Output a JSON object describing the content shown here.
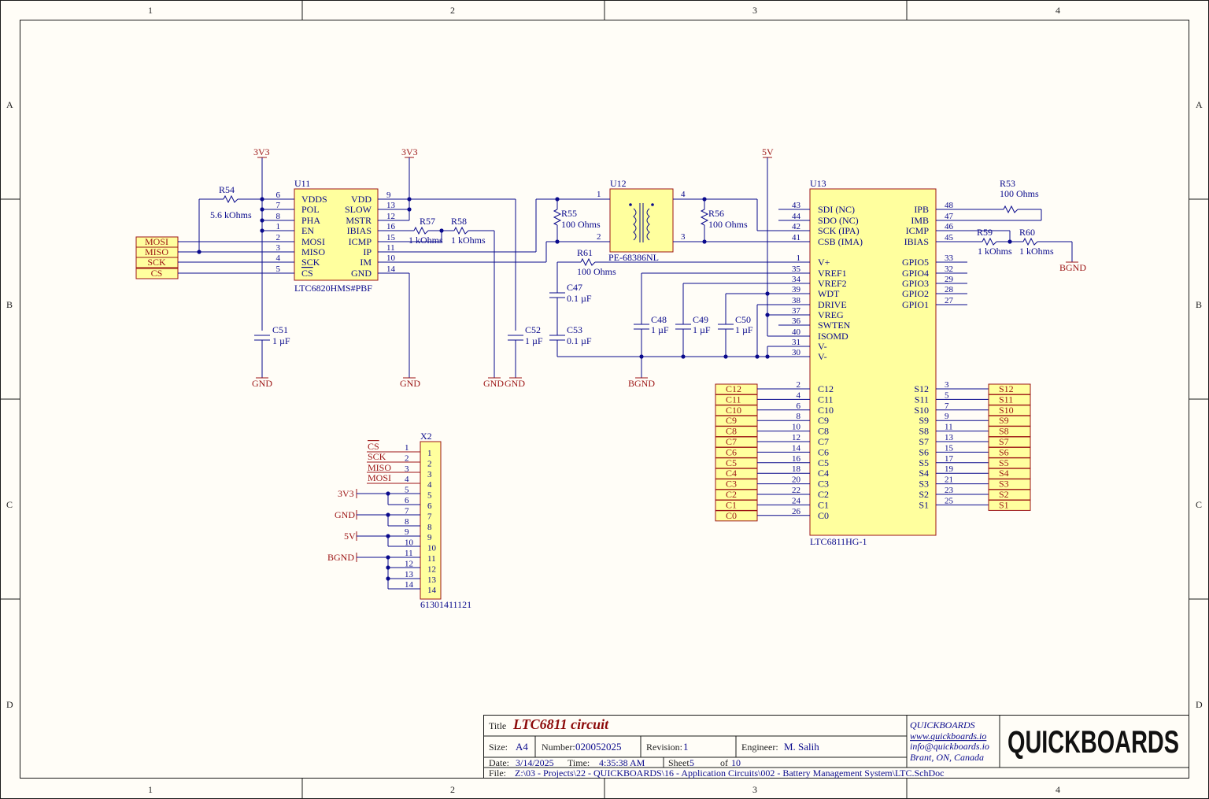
{
  "zones": {
    "cols": [
      "1",
      "2",
      "3",
      "4"
    ],
    "rows": [
      "A",
      "B",
      "C",
      "D"
    ]
  },
  "power": {
    "v3v3": "3V3",
    "gnd": "GND",
    "v5": "5V",
    "bgnd": "BGND"
  },
  "u11": {
    "ref": "U11",
    "part": "LTC6820HMS#PBF",
    "left": [
      [
        "6",
        "VDDS"
      ],
      [
        "7",
        "POL"
      ],
      [
        "8",
        "PHA"
      ],
      [
        "1",
        "EN"
      ],
      [
        "2",
        "MOSI"
      ],
      [
        "3",
        "MISO"
      ],
      [
        "4",
        "SCK"
      ],
      [
        "5",
        "CS"
      ]
    ],
    "right": [
      [
        "9",
        "VDD"
      ],
      [
        "13",
        "SLOW"
      ],
      [
        "12",
        "MSTR"
      ],
      [
        "16",
        "IBIAS"
      ],
      [
        "15",
        "ICMP"
      ],
      [
        "11",
        "IP"
      ],
      [
        "10",
        "IM"
      ],
      [
        "14",
        "GND"
      ]
    ]
  },
  "u12": {
    "ref": "U12",
    "part": "PE-68386NL",
    "pins": [
      "1",
      "2",
      "4",
      "3"
    ]
  },
  "u13": {
    "ref": "U13",
    "part": "LTC6811HG-1",
    "left_top": [
      [
        "43",
        "SDI (NC)"
      ],
      [
        "44",
        "SDO (NC)"
      ],
      [
        "42",
        "SCK (IPA)"
      ],
      [
        "41",
        "CSB (IMA)"
      ]
    ],
    "left_mid": [
      [
        "1",
        "V+"
      ],
      [
        "35",
        "VREF1"
      ],
      [
        "34",
        "VREF2"
      ],
      [
        "39",
        "WDT"
      ],
      [
        "38",
        "DRIVE"
      ],
      [
        "37",
        "VREG"
      ],
      [
        "36",
        "SWTEN"
      ],
      [
        "40",
        "ISOMD"
      ],
      [
        "31",
        "V-"
      ],
      [
        "30",
        "V-"
      ]
    ],
    "left_cells": [
      [
        "2",
        "C12"
      ],
      [
        "4",
        "C11"
      ],
      [
        "6",
        "C10"
      ],
      [
        "8",
        "C9"
      ],
      [
        "10",
        "C8"
      ],
      [
        "12",
        "C7"
      ],
      [
        "14",
        "C6"
      ],
      [
        "16",
        "C5"
      ],
      [
        "18",
        "C4"
      ],
      [
        "20",
        "C3"
      ],
      [
        "22",
        "C2"
      ],
      [
        "24",
        "C1"
      ],
      [
        "26",
        "C0"
      ]
    ],
    "right_top": [
      [
        "48",
        "IPB"
      ],
      [
        "47",
        "IMB"
      ],
      [
        "46",
        "ICMP"
      ],
      [
        "45",
        "IBIAS"
      ]
    ],
    "right_gpio": [
      [
        "33",
        "GPIO5"
      ],
      [
        "32",
        "GPIO4"
      ],
      [
        "29",
        "GPIO3"
      ],
      [
        "28",
        "GPIO2"
      ],
      [
        "27",
        "GPIO1"
      ]
    ],
    "right_s": [
      [
        "3",
        "S12"
      ],
      [
        "5",
        "S11"
      ],
      [
        "7",
        "S10"
      ],
      [
        "9",
        "S9"
      ],
      [
        "11",
        "S8"
      ],
      [
        "13",
        "S7"
      ],
      [
        "15",
        "S6"
      ],
      [
        "17",
        "S5"
      ],
      [
        "19",
        "S4"
      ],
      [
        "21",
        "S3"
      ],
      [
        "23",
        "S2"
      ],
      [
        "25",
        "S1"
      ]
    ]
  },
  "x2": {
    "ref": "X2",
    "part": "61301411121",
    "pins": [
      "1",
      "2",
      "3",
      "4",
      "5",
      "6",
      "7",
      "8",
      "9",
      "10",
      "11",
      "12",
      "13",
      "14"
    ],
    "nets": [
      "CS",
      "SCK",
      "MISO",
      "MOSI"
    ]
  },
  "spi_ports": [
    "MOSI",
    "MISO",
    "SCK",
    "CS"
  ],
  "cell_ports": [
    "C12",
    "C11",
    "C10",
    "C9",
    "C8",
    "C7",
    "C6",
    "C5",
    "C4",
    "C3",
    "C2",
    "C1",
    "C0"
  ],
  "s_ports": [
    "S12",
    "S11",
    "S10",
    "S9",
    "S8",
    "S7",
    "S6",
    "S5",
    "S4",
    "S3",
    "S2",
    "S1"
  ],
  "components": {
    "R54": {
      "ref": "R54",
      "val": "5.6 kOhms"
    },
    "R57": {
      "ref": "R57",
      "val": "1 kOhms"
    },
    "R58": {
      "ref": "R58",
      "val": "1 kOhms"
    },
    "R55": {
      "ref": "R55",
      "val": "100 Ohms"
    },
    "R56": {
      "ref": "R56",
      "val": "100 Ohms"
    },
    "R61": {
      "ref": "R61",
      "val": "100 Ohms"
    },
    "R53": {
      "ref": "R53",
      "val": "100 Ohms"
    },
    "R59": {
      "ref": "R59",
      "val": "1 kOhms"
    },
    "R60": {
      "ref": "R60",
      "val": "1 kOhms"
    },
    "C51": {
      "ref": "C51",
      "val": "1 µF"
    },
    "C52": {
      "ref": "C52",
      "val": "1 µF"
    },
    "C47": {
      "ref": "C47",
      "val": "0.1 µF"
    },
    "C53": {
      "ref": "C53",
      "val": "0.1 µF"
    },
    "C48": {
      "ref": "C48",
      "val": "1 µF"
    },
    "C49": {
      "ref": "C49",
      "val": "1 µF"
    },
    "C50": {
      "ref": "C50",
      "val": "1 µF"
    }
  },
  "titleblock": {
    "title_label": "Title",
    "title": "LTC6811 circuit",
    "size_label": "Size:",
    "size": "A4",
    "number_label": "Number:",
    "number": "020052025",
    "revision_label": "Revision:",
    "revision": "1",
    "engineer_label": "Engineer:",
    "engineer": "M. Salih",
    "date_label": "Date:",
    "date": "3/14/2025",
    "time_label": "Time:",
    "time": "4:35:38 AM",
    "sheet_label": "Sheet",
    "sheet": "5",
    "of_label": "of",
    "of": "10",
    "file_label": "File:",
    "file": "Z:\\03 - Projects\\22 - QUICKBOARDS\\16 - Application Circuits\\002 - Battery Management System\\LTC.SchDoc",
    "company": "QUICKBOARDS",
    "web": "www.quickboards.io",
    "email": "info@quickboards.io",
    "location": "Brant, ON, Canada",
    "logo": "QUICKBOARDS"
  }
}
